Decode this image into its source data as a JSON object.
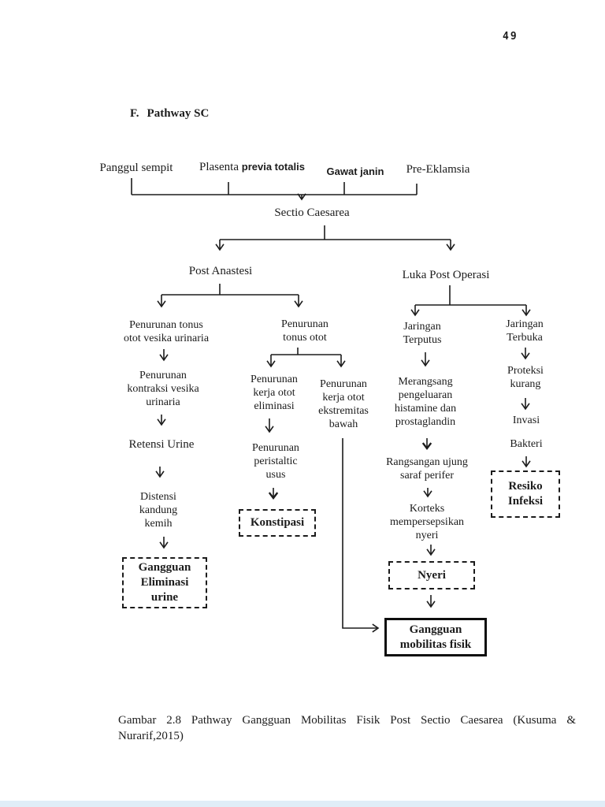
{
  "page": {
    "number": "49",
    "heading": {
      "prefix": "F.",
      "title": "Pathway SC"
    },
    "caption": {
      "line1": "Gambar 2.8 Pathway Gangguan Mobilitas Fisik Post Sectio Caesarea (Kusuma &",
      "line2": "Nurarif,2015)"
    }
  },
  "colors": {
    "ink": "#1c1c1c",
    "viewer_bar": "#e0edf7"
  },
  "diagram": {
    "causes": {
      "panggul": "Panggul sempit",
      "plasenta_serif": "Plasenta",
      "plasenta_sans": "previa totalis",
      "gawat": "Gawat janin",
      "preeklamsia": "Pre-Eklamsia"
    },
    "root": "Sectio Caesarea",
    "branches": {
      "post_anastesi": "Post Anastesi",
      "luka_post_operasi": "Luka Post Operasi"
    },
    "nodes": {
      "penurunan_tonus_vesika": "Penurunan tonus\notot vesika urinaria",
      "penurunan_kontraksi": "Penurunan\nkontraksi vesika\nurinaria",
      "retensi_urine": "Retensi Urine",
      "distensi": "Distensi\nkandung\nkemih",
      "penurunan_tonus_otot": "Penurunan\ntonus otot",
      "kerja_otot_eliminasi": "Penurunan\nkerja otot\neliminasi",
      "peristaltic_usus": "Penurunan\nperistaltic\nusus",
      "kerja_otot_ekstremitas": "Penurunan\nkerja otot\nekstremitas\nbawah",
      "jaringan_terputus": "Jaringan\nTerputus",
      "merangsang": "Merangsang\npengeluaran\nhistamine dan\nprostaglandin",
      "rangsangan": "Rangsangan ujung\nsaraf perifer",
      "korteks": "Korteks\nmempersepsikan\nnyeri",
      "jaringan_terbuka": "Jaringan\nTerbuka",
      "proteksi": "Proteksi\nkurang",
      "invasi": "Invasi",
      "bakteri": "Bakteri"
    },
    "outcomes": {
      "gangguan_eliminasi": "Gangguan\nEliminasi\nurine",
      "konstipasi": "Konstipasi",
      "nyeri": "Nyeri",
      "resiko_infeksi": "Resiko\nInfeksi",
      "gangguan_mobilitas": "Gangguan\nmobilitas fisik"
    }
  }
}
